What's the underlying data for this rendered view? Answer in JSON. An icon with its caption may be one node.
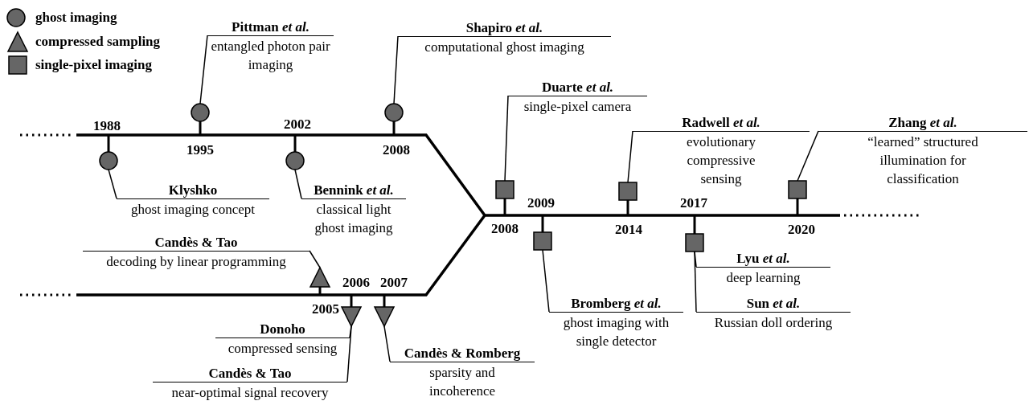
{
  "diagram": {
    "nodes": [
      {
        "text": [],
        "shape": "circle"
      },
      {
        "text": [
          "Klyshko",
          "ghost imaging concept"
        ]
      },
      {
        "text": [],
        "shape": "circle"
      },
      {
        "text": [
          "Pittman *et al.*",
          "entangled photon pair imaging"
        ]
      },
      {
        "text": [],
        "shape": "circle"
      },
      {
        "text": [
          "Bennink *et al.*",
          "classical light ghost imaging"
        ]
      },
      {
        "text": [],
        "shape": "circle"
      },
      {
        "text": [
          "Shapiro *et al.*",
          "computational ghost imaging"
        ]
      },
      {
        "text": [],
        "shape": "triangle"
      },
      {
        "text": [
          "Candès & Tao",
          "decoding by linear programming"
        ]
      },
      {
        "text": [],
        "shape": "triangle"
      },
      {
        "text": [
          "Donoho",
          "compressed sensing"
        ]
      },
      {
        "text": [
          "Candès & Tao",
          "near-optimal signal recovery"
        ]
      },
      {
        "text": [],
        "shape": "triangle"
      },
      {
        "text": [
          "Candès & Romberg",
          "sparsity and incoherence"
        ]
      },
      {
        "text": [],
        "shape": "box"
      },
      {
        "text": [
          "Duarte *et al.*",
          "single-pixel camera"
        ]
      },
      {
        "text": [],
        "shape": "box"
      },
      {
        "text": [
          "Bromberg *et al.*",
          "ghost imaging with single detector"
        ]
      },
      {
        "text": [],
        "shape": "box"
      },
      {
        "text": [
          "Radwell *et al.*",
          "evolutionary compressive sensing"
        ]
      },
      {
        "text": [],
        "shape": "box"
      },
      {
        "text": [
          "Lyu *et al.*",
          "deep learning"
        ]
      },
      {
        "text": [
          "Sun *et al.*",
          "Russian doll ordering"
        ]
      },
      {
        "text": [],
        "shape": "box"
      },
      {
        "text": [
          "Zhang *et al.*",
          "“learned” structured illumination for classification"
        ]
      }
    ],
    "edges": [
      {
        "from": 1,
        "to": 0,
        "arrow": "none"
      },
      {
        "from": 3,
        "to": 2,
        "arrow": "none"
      },
      {
        "from": 5,
        "to": 4,
        "arrow": "none"
      },
      {
        "from": 7,
        "to": 6,
        "arrow": "none"
      },
      {
        "from": 9,
        "to": 8,
        "arrow": "none"
      },
      {
        "from": 11,
        "to": 10,
        "arrow": "none"
      },
      {
        "from": 12,
        "to": 10,
        "arrow": "none"
      },
      {
        "from": 14,
        "to": 13,
        "arrow": "none"
      },
      {
        "from": 16,
        "to": 15,
        "arrow": "none"
      },
      {
        "from": 18,
        "to": 17,
        "arrow": "none"
      },
      {
        "from": 20,
        "to": 19,
        "arrow": "none"
      },
      {
        "from": 22,
        "to": 21,
        "arrow": "none"
      },
      {
        "from": 23,
        "to": 21,
        "arrow": "none"
      },
      {
        "from": 25,
        "to": 24,
        "arrow": "none"
      }
    ],
    "labels": [
      "1988",
      "2002",
      "1995",
      "2008",
      "2009",
      "2017",
      "2008",
      "2014",
      "2020",
      "2006",
      "2007",
      "2005"
    ],
    "legend": [
      {
        "text": "ghost imaging"
      },
      {
        "text": "compressed sampling"
      },
      {
        "text": "single-pixel imaging"
      }
    ]
  }
}
